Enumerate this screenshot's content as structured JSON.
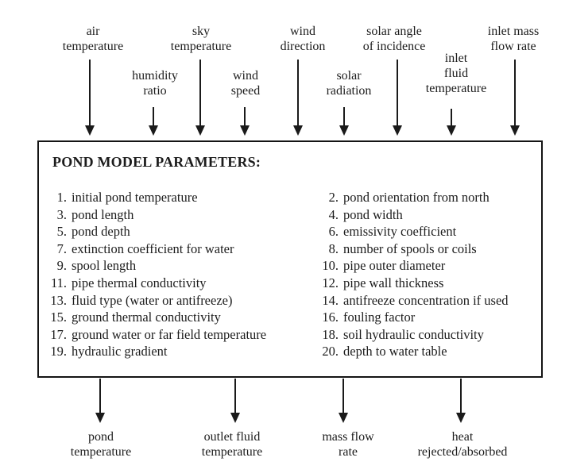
{
  "colors": {
    "ink": "#1a1a1a",
    "background": "#ffffff"
  },
  "inputs": [
    {
      "label": "air\ntemperature"
    },
    {
      "label": "humidity\nratio"
    },
    {
      "label": "sky\ntemperature"
    },
    {
      "label": "wind\nspeed"
    },
    {
      "label": "wind\ndirection"
    },
    {
      "label": "solar\nradiation"
    },
    {
      "label": "solar angle\nof incidence"
    },
    {
      "label": "inlet\nfluid\ntemperature"
    },
    {
      "label": "inlet mass\nflow rate"
    }
  ],
  "box": {
    "title": "POND MODEL PARAMETERS:",
    "params_left": [
      {
        "num": "1.",
        "text": "initial pond temperature"
      },
      {
        "num": "3.",
        "text": "pond length"
      },
      {
        "num": "5.",
        "text": "pond depth"
      },
      {
        "num": "7.",
        "text": "extinction coefficient for water"
      },
      {
        "num": "9.",
        "text": "spool length"
      },
      {
        "num": "11.",
        "text": "pipe thermal conductivity"
      },
      {
        "num": "13.",
        "text": "fluid type (water or antifreeze)"
      },
      {
        "num": "15.",
        "text": "ground thermal conductivity"
      },
      {
        "num": "17.",
        "text": "ground water or far field temperature"
      },
      {
        "num": "19.",
        "text": "hydraulic gradient"
      }
    ],
    "params_right": [
      {
        "num": "2.",
        "text": "pond orientation from north"
      },
      {
        "num": "4.",
        "text": "pond width"
      },
      {
        "num": "6.",
        "text": "emissivity coefficient"
      },
      {
        "num": "8.",
        "text": "number of spools or coils"
      },
      {
        "num": "10.",
        "text": "pipe outer diameter"
      },
      {
        "num": "12.",
        "text": "pipe wall thickness"
      },
      {
        "num": "14.",
        "text": "antifreeze concentration if used"
      },
      {
        "num": "16.",
        "text": "fouling factor"
      },
      {
        "num": "18.",
        "text": "soil hydraulic conductivity"
      },
      {
        "num": "20.",
        "text": "depth to water table"
      }
    ]
  },
  "outputs": [
    {
      "label": "pond\ntemperature"
    },
    {
      "label": "outlet fluid\ntemperature"
    },
    {
      "label": "mass flow\nrate"
    },
    {
      "label": "heat\nrejected/absorbed"
    }
  ]
}
